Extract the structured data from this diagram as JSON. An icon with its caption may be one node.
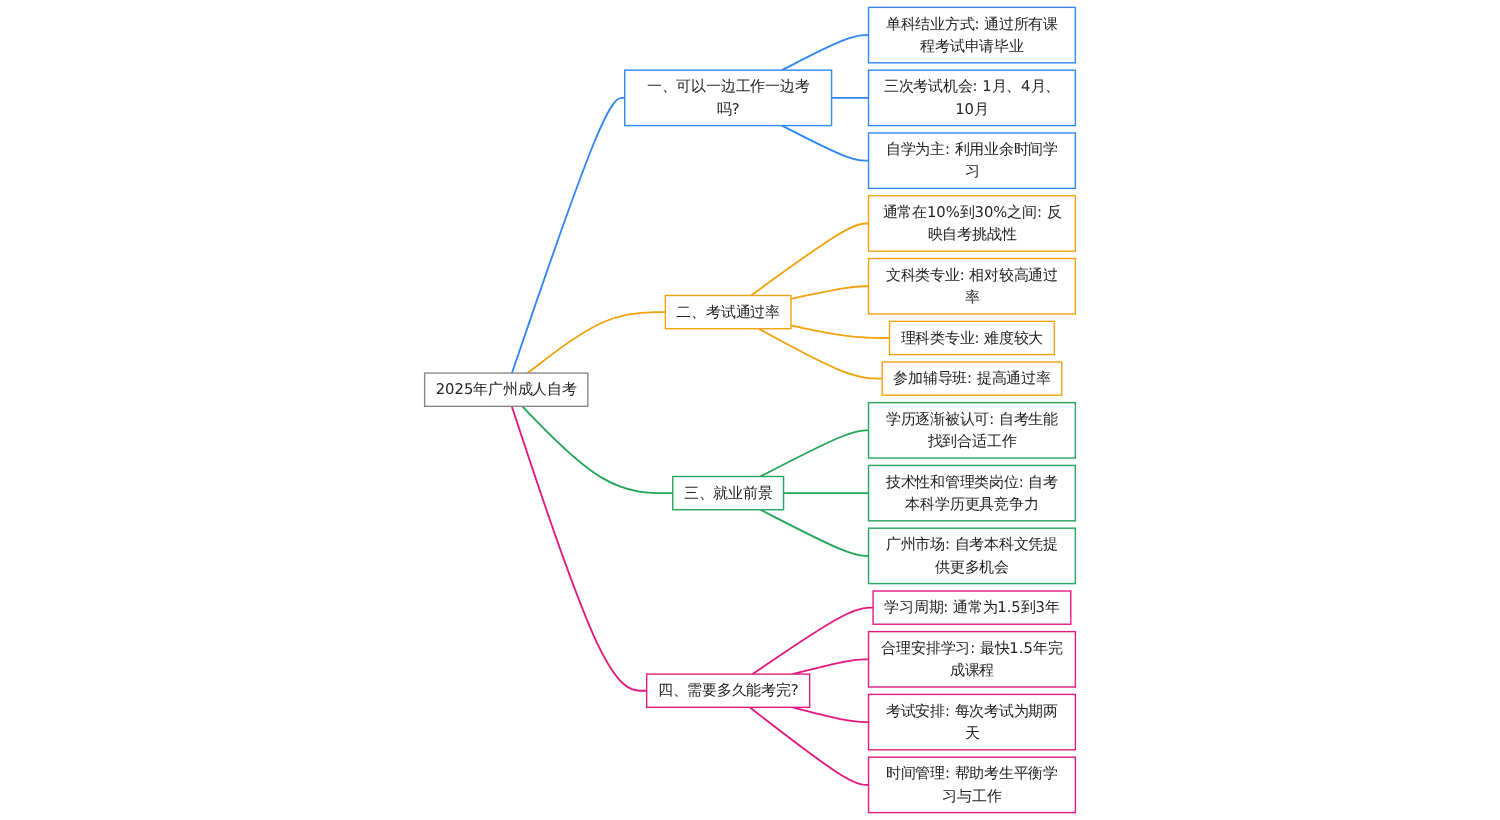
{
  "diagram": {
    "nodes": [
      {
        "text": [
          "2025年广州成人自考"
        ]
      },
      {
        "text": [
          "一、可以一边工作一边考吗?"
        ]
      },
      {
        "text": [
          "单科结业方式: 通过所有课程考试申请毕业"
        ]
      },
      {
        "text": [
          "三次考试机会: 1月、4月、10月"
        ]
      },
      {
        "text": [
          "自学为主: 利用业余时间学习"
        ]
      },
      {
        "text": [
          "二、考试通过率"
        ]
      },
      {
        "text": [
          "通常在10%到30%之间: 反映自考挑战性"
        ]
      },
      {
        "text": [
          "文科类专业: 相对较高通过率"
        ]
      },
      {
        "text": [
          "理科类专业: 难度较大"
        ]
      },
      {
        "text": [
          "参加辅导班: 提高通过率"
        ]
      },
      {
        "text": [
          "三、就业前景"
        ]
      },
      {
        "text": [
          "学历逐渐被认可: 自考生能找到合适工作"
        ]
      },
      {
        "text": [
          "技术性和管理类岗位: 自考本科学历更具竞争力"
        ]
      },
      {
        "text": [
          "广州市场: 自考本科文凭提供更多机会"
        ]
      },
      {
        "text": [
          "四、需要多久能考完?"
        ]
      },
      {
        "text": [
          "学习周期: 通常为1.5到3年"
        ]
      },
      {
        "text": [
          "合理安排学习: 最快1.5年完成课程"
        ]
      },
      {
        "text": [
          "考试安排: 每次考试为期两天"
        ]
      },
      {
        "text": [
          "时间管理: 帮助考生平衡学习与工作"
        ]
      }
    ],
    "edges": [
      {
        "from": 0,
        "to": 1,
        "arrow": "none",
        "color": "#2f86f0"
      },
      {
        "from": 1,
        "to": 2,
        "arrow": "none",
        "color": "#2f86f0"
      },
      {
        "from": 1,
        "to": 3,
        "arrow": "none",
        "color": "#2f86f0"
      },
      {
        "from": 1,
        "to": 4,
        "arrow": "none",
        "color": "#2f86f0"
      },
      {
        "from": 0,
        "to": 5,
        "arrow": "none",
        "color": "#f2a20c"
      },
      {
        "from": 5,
        "to": 6,
        "arrow": "none",
        "color": "#f2a20c"
      },
      {
        "from": 5,
        "to": 7,
        "arrow": "none",
        "color": "#f2a20c"
      },
      {
        "from": 5,
        "to": 8,
        "arrow": "none",
        "color": "#f2a20c"
      },
      {
        "from": 5,
        "to": 9,
        "arrow": "none",
        "color": "#f2a20c"
      },
      {
        "from": 0,
        "to": 10,
        "arrow": "none",
        "color": "#22a45a"
      },
      {
        "from": 10,
        "to": 11,
        "arrow": "none",
        "color": "#22a45a"
      },
      {
        "from": 10,
        "to": 12,
        "arrow": "none",
        "color": "#22a45a"
      },
      {
        "from": 10,
        "to": 13,
        "arrow": "none",
        "color": "#22a45a"
      },
      {
        "from": 0,
        "to": 14,
        "arrow": "none",
        "color": "#e3177d"
      },
      {
        "from": 14,
        "to": 15,
        "arrow": "none",
        "color": "#e3177d"
      },
      {
        "from": 14,
        "to": 16,
        "arrow": "none",
        "color": "#e3177d"
      },
      {
        "from": 14,
        "to": 17,
        "arrow": "none",
        "color": "#e3177d"
      },
      {
        "from": 14,
        "to": 18,
        "arrow": "none",
        "color": "#e3177d"
      }
    ]
  }
}
